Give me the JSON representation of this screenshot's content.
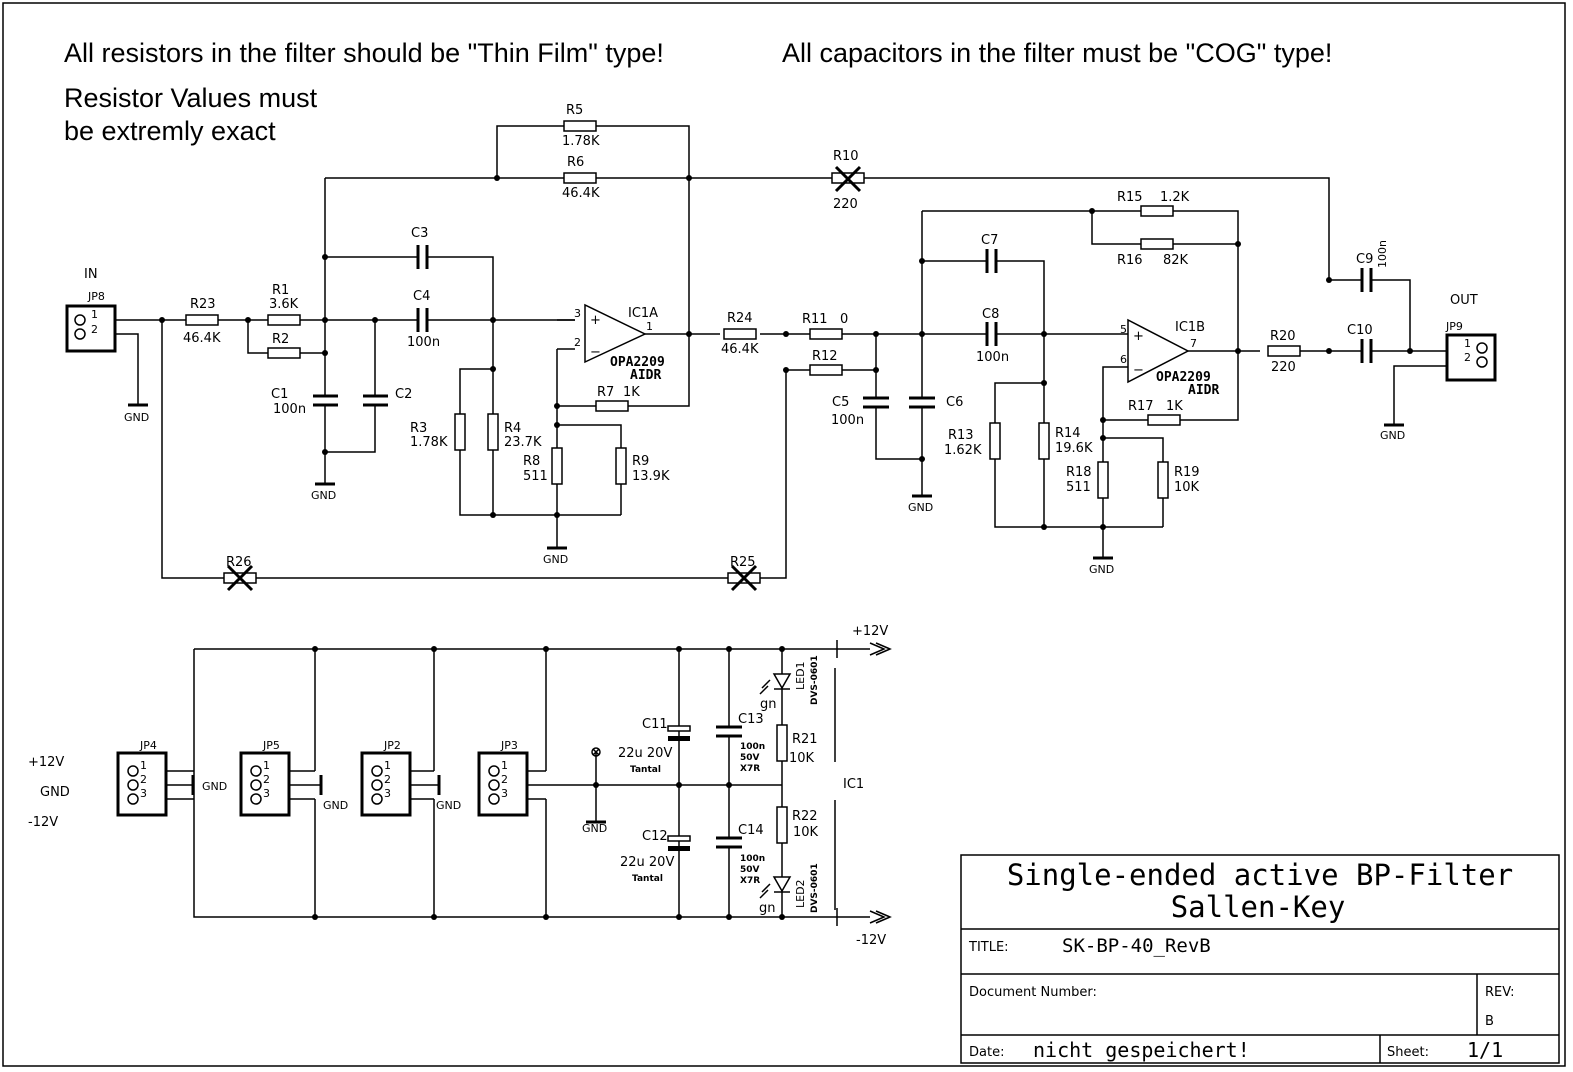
{
  "notes": {
    "resistors": "All resistors in the filter should be \"Thin Film\" type!",
    "capacitors": "All capacitors in the filter must be \"COG\" type!",
    "exact_line1": "Resistor Values must",
    "exact_line2": "be extremly exact"
  },
  "labels": {
    "in": "IN",
    "out": "OUT",
    "gnd": "GND",
    "plus12": "+12V",
    "minus12": "-12V",
    "pwr_plus": "+12V",
    "pwr_gnd": "GND",
    "pwr_minus": "-12V",
    "ic1": "IC1"
  },
  "components": {
    "R1": "R1",
    "R1v": "3.6K",
    "R2": "R2",
    "R3": "R3",
    "R3v": "1.78K",
    "R4": "R4",
    "R4v": "23.7K",
    "R5": "R5",
    "R5v": "1.78K",
    "R6": "R6",
    "R6v": "46.4K",
    "R7": "R7",
    "R7v": "1K",
    "R8": "R8",
    "R8v": "511",
    "R9": "R9",
    "R9v": "13.9K",
    "R10": "R10",
    "R10v": "220",
    "R11": "R11",
    "R11v": "0",
    "R12": "R12",
    "R13": "R13",
    "R13v": "1.62K",
    "R14": "R14",
    "R14v": "19.6K",
    "R15": "R15",
    "R15v": "1.2K",
    "R16": "R16",
    "R16v": "82K",
    "R17": "R17",
    "R17v": "1K",
    "R18": "R18",
    "R18v": "511",
    "R19": "R19",
    "R19v": "10K",
    "R20": "R20",
    "R20v": "220",
    "R21": "R21",
    "R21v": "10K",
    "R22": "R22",
    "R22v": "10K",
    "R23": "R23",
    "R23v": "46.4K",
    "R24": "R24",
    "R24v": "46.4K",
    "R25": "R25",
    "R26": "R26",
    "C1": "C1",
    "C1v": "100n",
    "C2": "C2",
    "C3": "C3",
    "C4": "C4",
    "C4v": "100n",
    "C5": "C5",
    "C5v": "100n",
    "C6": "C6",
    "C7": "C7",
    "C8": "C8",
    "C8v": "100n",
    "C9": "C9",
    "C9v": "100n",
    "C10": "C10",
    "C11": "C11",
    "C11v": "22u 20V",
    "C11t": "Tantal",
    "C12": "C12",
    "C12v": "22u 20V",
    "C12t": "Tantal",
    "C13": "C13",
    "C14": "C14",
    "c_cer1": "100n",
    "c_cer2": "50V",
    "c_cer3": "X7R",
    "IC1A": "IC1A",
    "IC1B": "IC1B",
    "opamp": "OPA2209",
    "opamp_pkg": "AIDR",
    "LED1": "LED1",
    "LED2": "LED2",
    "led_part": "DVS-0601",
    "led_color": "gn",
    "JP2": "JP2",
    "JP3": "JP3",
    "JP4": "JP4",
    "JP5": "JP5",
    "JP8": "JP8",
    "JP9": "JP9"
  },
  "title_block": {
    "heading1": "Single-ended active BP-Filter",
    "heading2": "Sallen-Key",
    "title_label": "TITLE:",
    "title_value": "SK-BP-40_RevB",
    "doc_label": "Document Number:",
    "rev_label": "REV:",
    "rev_value": "B",
    "date_label": "Date:",
    "date_value": "nicht gespeichert!",
    "sheet_label": "Sheet:",
    "sheet_value": "1/1"
  }
}
